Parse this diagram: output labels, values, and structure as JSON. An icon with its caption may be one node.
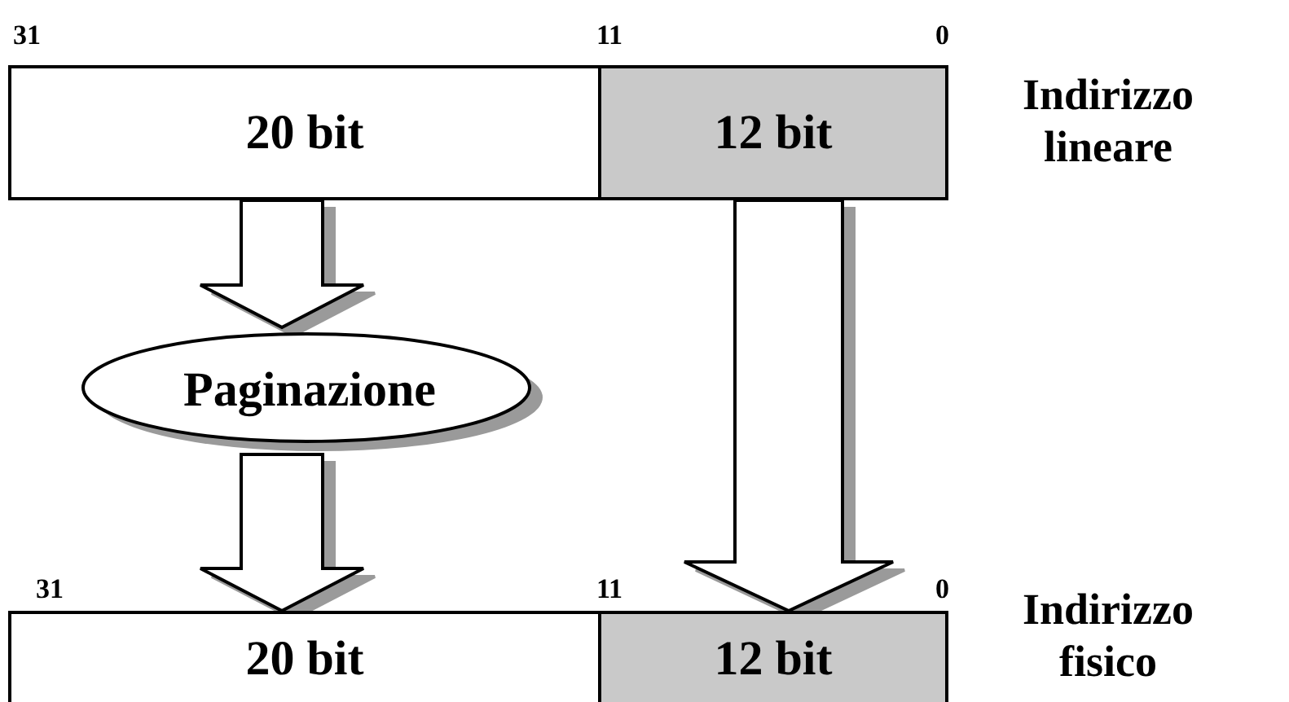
{
  "diagram": {
    "nodes": [
      {
        "text": [
          "20 bit"
        ]
      },
      {
        "text": [
          "12 bit"
        ]
      },
      {
        "text": [
          "Paginazione"
        ]
      },
      {
        "text": [
          "20 bit"
        ]
      },
      {
        "text": [
          "12 bit"
        ]
      }
    ],
    "edges": [
      {
        "from": 0,
        "to": 2,
        "arrow": "to"
      },
      {
        "from": 2,
        "to": 3,
        "arrow": "to"
      },
      {
        "from": 1,
        "to": 4,
        "arrow": "to"
      }
    ],
    "labels": [
      "31",
      "11",
      "0",
      "Indirizzo lineare",
      "31",
      "11",
      "0",
      "Indirizzo fisico"
    ]
  }
}
